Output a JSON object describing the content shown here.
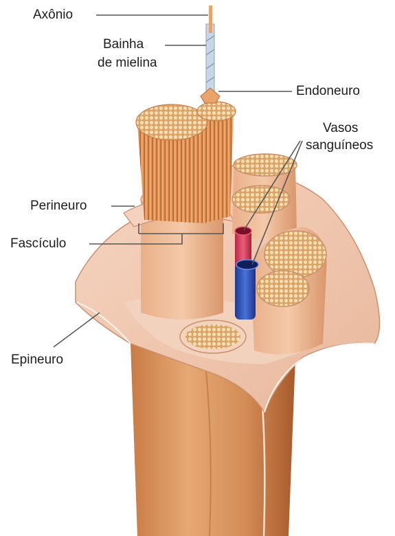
{
  "labels": {
    "axon": "Axônio",
    "myelin_sheath_line1": "Bainha",
    "myelin_sheath_line2": "de mielina",
    "endoneurium": "Endoneuro",
    "blood_vessels_line1": "Vasos",
    "blood_vessels_line2": "sanguíneos",
    "perineurium": "Perineuro",
    "fascicle": "Fascículo",
    "epineurium": "Epineuro"
  },
  "colors": {
    "nerve_tissue": "#e2a070",
    "nerve_shadow": "#b86a38",
    "epineurium_sheet": "#f0c7b0",
    "fascicle_dots": "#f3d3a0",
    "artery": "#d83a5a",
    "vein": "#2a4fb8",
    "leader_lines": "#555555"
  }
}
